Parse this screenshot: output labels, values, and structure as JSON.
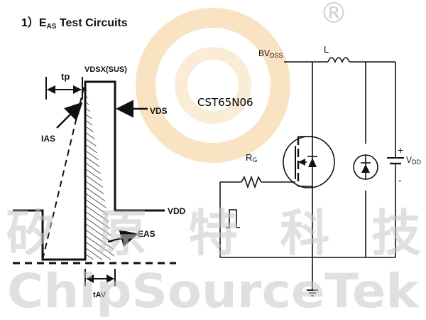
{
  "title": {
    "prefix": "1）E",
    "sub": "AS",
    "rest": " Test Circuits"
  },
  "waveform": {
    "tp_label": "tp",
    "vdsx_label": "VDSX(SUS)",
    "vds_label": "VDS",
    "ias_label": "IAS",
    "vdd_label": "VDD",
    "eas_label": "EAS",
    "tav_label": "tAV"
  },
  "circuit": {
    "bvdss_main": "BV",
    "bvdss_sub": "DSS",
    "inductor_label": "L",
    "rg_main": "R",
    "rg_sub": "G",
    "plus_label": "+",
    "minus_label": "-",
    "vdd_main": "V",
    "vdd_sub": "DD"
  },
  "part_number": "CST65N06",
  "watermark": {
    "chinese": "矽 原 特 科 技",
    "english": "ChipSourceTek",
    "registered": "®"
  },
  "colors": {
    "line": "#111111",
    "watermark_gray": "#c8c8c8",
    "logo_orange": "#f2c27a"
  }
}
